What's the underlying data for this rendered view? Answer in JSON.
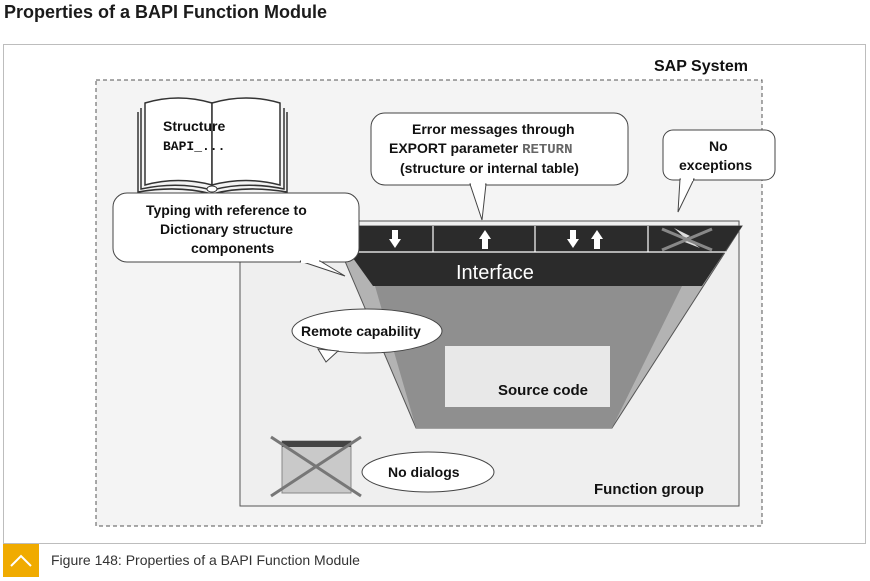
{
  "page": {
    "title": "Properties of a BAPI Function Module"
  },
  "diagram": {
    "sap_system_label": "SAP System",
    "structure_label": "Structure",
    "structure_code": "BAPI_...",
    "error_callout": {
      "line1": "Error messages through",
      "line2_prefix": "EXPORT parameter ",
      "line2_code": "RETURN",
      "line3": "(structure or internal table)"
    },
    "exceptions_callout": {
      "line1": "No",
      "line2": "exceptions"
    },
    "typing_callout": {
      "line1": "Typing with reference to",
      "line2": "Dictionary structure",
      "line3": "components"
    },
    "interface_label": "Interface",
    "remote_label": "Remote capability",
    "source_code_label": "Source code",
    "no_dialogs_label": "No dialogs",
    "function_group_label": "Function group",
    "parameter_icons": [
      "import-arrow-icon",
      "export-arrow-icon",
      "changing-arrows-icon",
      "crossed-exception-icon"
    ]
  },
  "caption": {
    "text": "Figure 148: Properties of a BAPI Function Module"
  },
  "colors": {
    "accent": "#f0ab00",
    "interface": "#2b2b2b",
    "funnel": "#b3b3b3",
    "inner_funnel": "#8c8c8c"
  }
}
